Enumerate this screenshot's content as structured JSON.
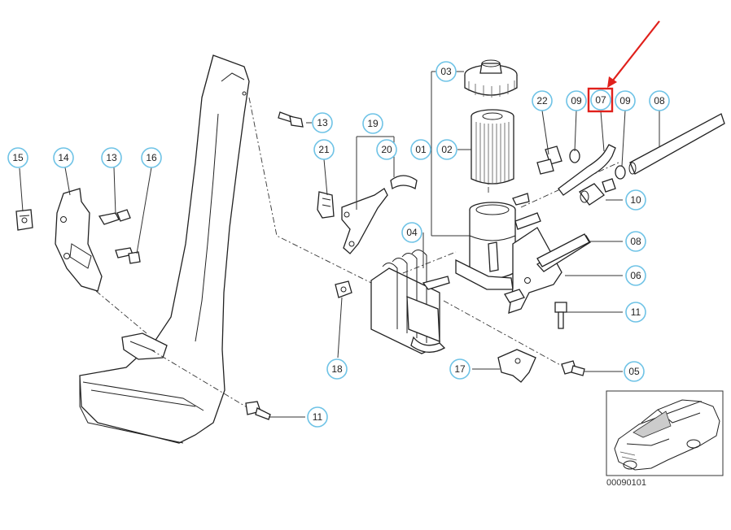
{
  "diagram": {
    "labels": {
      "p01": "01",
      "p02": "02",
      "p03": "03",
      "p04": "04",
      "p05": "05",
      "p06": "06",
      "p07": "07",
      "p08a": "08",
      "p08b": "08",
      "p09a": "09",
      "p09b": "09",
      "p10": "10",
      "p11a": "11",
      "p11b": "11",
      "p13a": "13",
      "p13b": "13",
      "p14": "14",
      "p15": "15",
      "p16": "16",
      "p17": "17",
      "p18": "18",
      "p19": "19",
      "p20": "20",
      "p21": "21",
      "p22": "22"
    },
    "highlighted_label": "07",
    "highlight_color": "#e0201b",
    "bubble_color": "#6fc3e6",
    "footer_code": "00090101"
  }
}
